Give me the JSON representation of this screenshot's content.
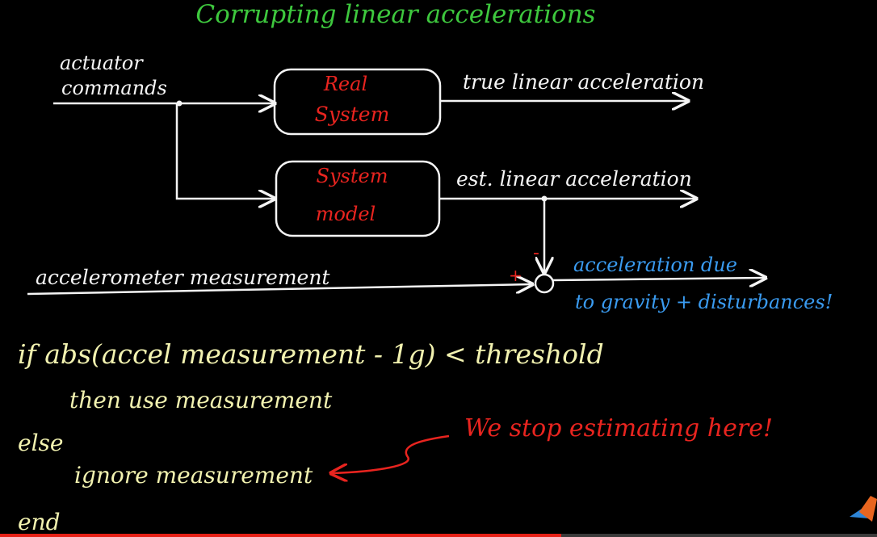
{
  "diagram": {
    "title": "Corrupting linear accelerations",
    "inputs": {
      "actuator": [
        "actuator",
        "commands"
      ],
      "accelerometer": "accelerometer measurement"
    },
    "blocks": {
      "real_system": [
        "Real",
        "System"
      ],
      "system_model": [
        "System",
        "model"
      ]
    },
    "outputs": {
      "true_accel": "true linear acceleration",
      "est_accel": "est. linear acceleration",
      "result": [
        "acceleration due",
        "to gravity + disturbances!"
      ]
    },
    "summing": {
      "plus": "+",
      "minus": "-"
    }
  },
  "pseudocode": {
    "line1": "if abs(accel measurement - 1g) < threshold",
    "line2": "then use measurement",
    "line3": "else",
    "line4": "ignore measurement",
    "line5": "end"
  },
  "note": "We stop estimating here!",
  "colors": {
    "title": "#3ec83e",
    "block_text": "#e8241f",
    "blue": "#3a9bf0",
    "red_note": "#e8241f",
    "code": "#f2f2b0",
    "white": "#f5f5f5"
  },
  "video": {
    "progress": 0.64
  }
}
